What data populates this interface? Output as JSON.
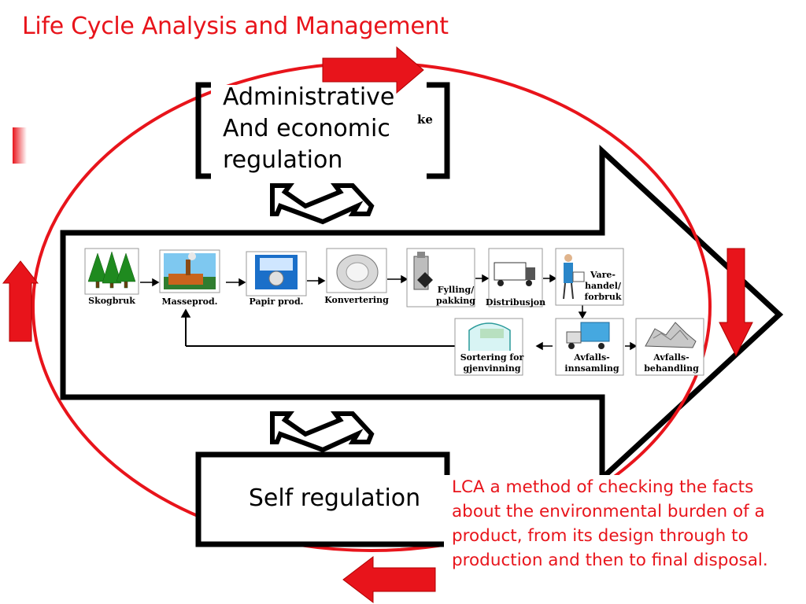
{
  "title": "Life Cycle Analysis and Management",
  "top_box": {
    "text_lines": [
      "Administrative",
      "And economic",
      "regulation"
    ],
    "hidden_fragment": "ke"
  },
  "bottom_box": {
    "text": "Self regulation"
  },
  "note": {
    "text": "LCA a method of checking the facts about the environmental burden of a product, from its design through to production and then to final disposal."
  },
  "stages": {
    "forestry": "Skogbruk",
    "pulp": "Masseprod.",
    "paper": "Papir prod.",
    "converting": "Konvertering",
    "filling": [
      "Fylling/",
      "pakking"
    ],
    "distribution": "Distribusjon",
    "retail": [
      "Vare-",
      "handel/",
      "forbruk"
    ],
    "sorting": [
      "Sortering for",
      "gjenvinning"
    ],
    "waste_collection": [
      "Avfalls-",
      "innsamling"
    ],
    "waste_treatment": [
      "Avfalls-",
      "behandling"
    ]
  },
  "colors": {
    "accent": "#e8141b",
    "outline": "#000000"
  }
}
